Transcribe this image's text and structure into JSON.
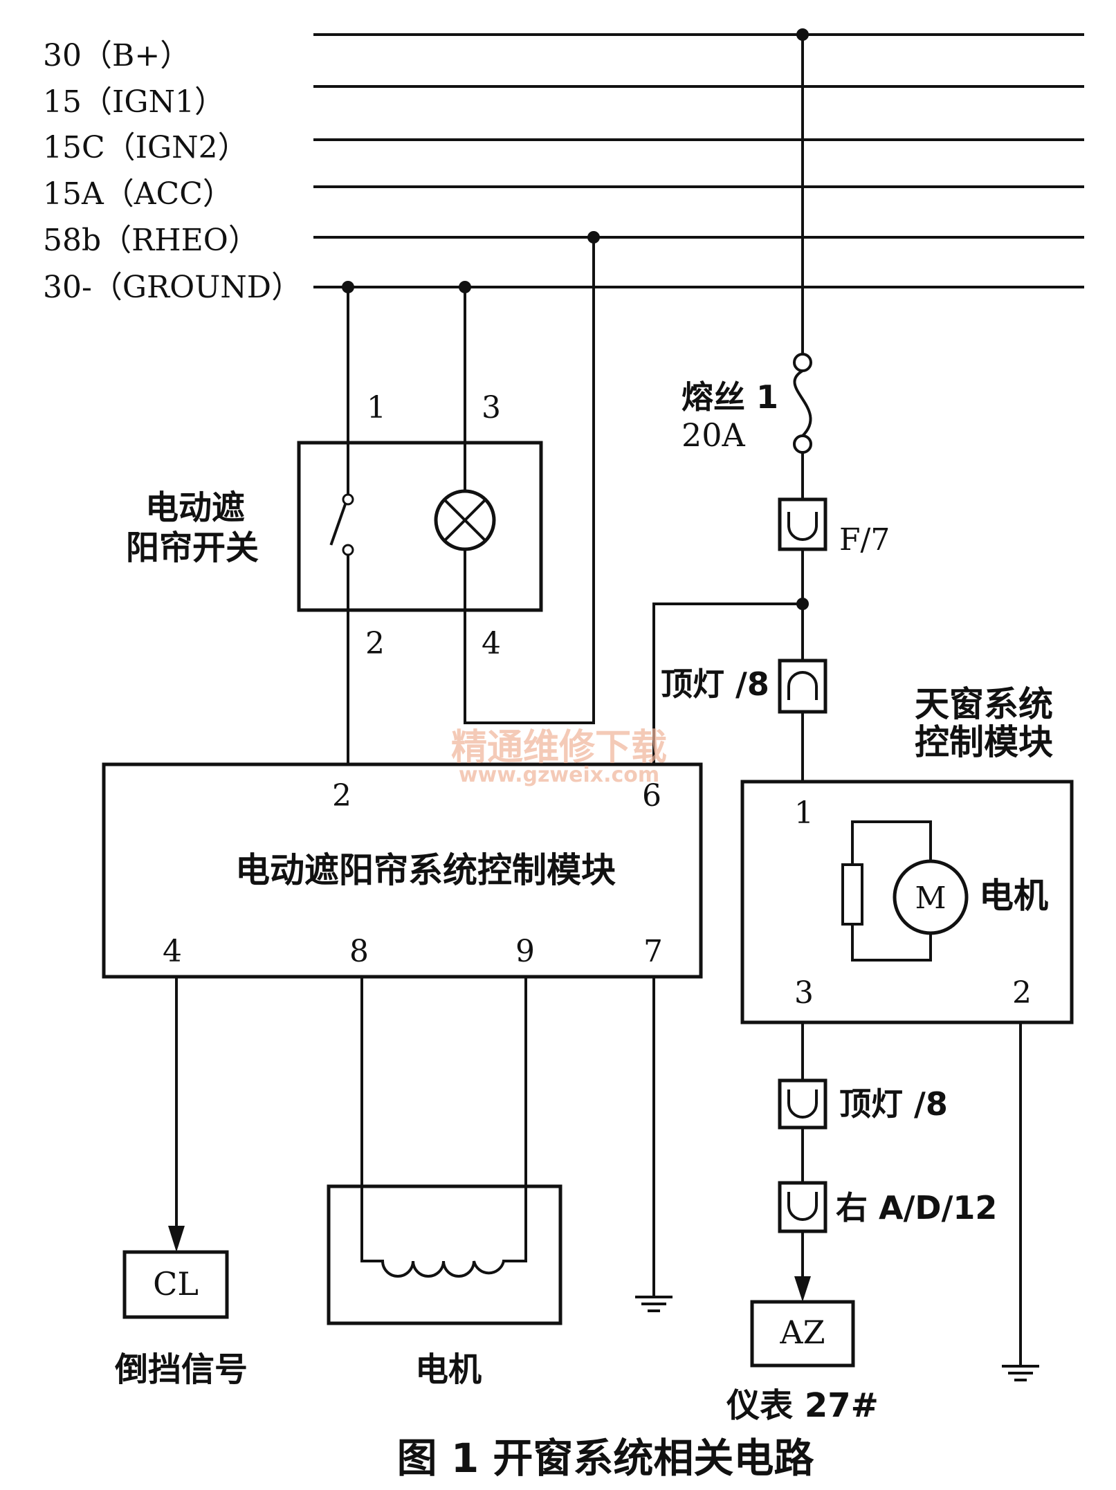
{
  "buses": [
    {
      "label": "30（B+）"
    },
    {
      "label": "15（IGN1）"
    },
    {
      "label": "15C（IGN2）"
    },
    {
      "label": "15A（ACC）"
    },
    {
      "label": "58b（RHEO）"
    },
    {
      "label": "30-（GROUND）"
    }
  ],
  "switch_module": {
    "name_line1": "电动遮",
    "name_line2": "阳帘开关",
    "pin_1": "1",
    "pin_2": "2",
    "pin_3": "3",
    "pin_4": "4"
  },
  "fuse": {
    "name": "熔丝 1",
    "rating": "20A"
  },
  "connectors": {
    "f7": "F/7",
    "dome_top": "顶灯 /8",
    "dome_bottom": "顶灯 /8",
    "right_ad": "右 A/D/12"
  },
  "shade_module": {
    "name": "电动遮阳帘系统控制模块",
    "pin_2": "2",
    "pin_6": "6",
    "pin_4": "4",
    "pin_8": "8",
    "pin_9": "9",
    "pin_7": "7"
  },
  "sunroof_module": {
    "name_line1": "天窗系统",
    "name_line2": "控制模块",
    "motor_symbol": "M",
    "motor_label": "电机",
    "pin_1": "1",
    "pin_3": "3",
    "pin_2": "2"
  },
  "outputs": {
    "cl_box": "CL",
    "cl_label": "倒挡信号",
    "motor_label": "电机",
    "az_box": "AZ",
    "az_label": "仪表 27#"
  },
  "watermark": {
    "line1": "精通维修下载",
    "line2": "www.gzweix.com"
  },
  "caption": "图 1  开窗系统相关电路"
}
